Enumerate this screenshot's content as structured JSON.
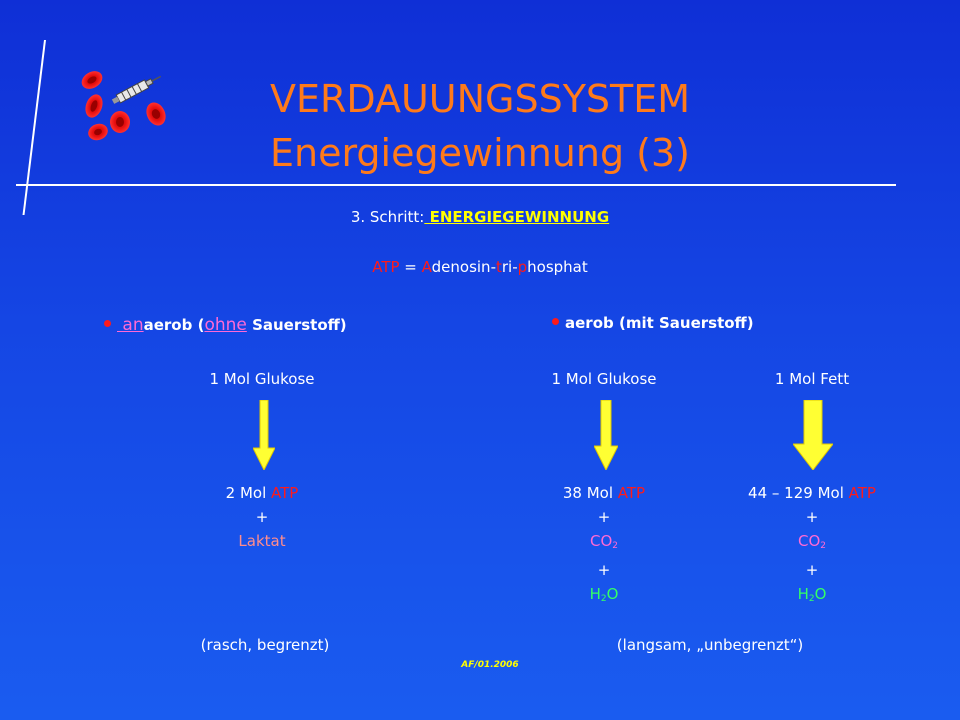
{
  "title": {
    "line1": "VERDAUUNGSSYSTEM",
    "line2": "Energiegewinnung (3)"
  },
  "step": {
    "prefix": "3. Schritt:",
    "label": " ENERGIEGEWINNUNG"
  },
  "atp_definition": {
    "atp": "ATP",
    "equals": " = ",
    "a": "A",
    "denosin": "denosin-",
    "t": "t",
    "ri": "ri-",
    "p": "p",
    "hosphat": "hosphat"
  },
  "anaerob": {
    "prefix": " an",
    "aerob": "aerob (",
    "ohne": "ohne",
    "rest": " Sauerstoff)",
    "input": "1 Mol Glukose",
    "output_amount": "2 Mol ",
    "output_atp": "ATP",
    "plus": "+",
    "byproduct": "Laktat",
    "note": "(rasch, begrenzt)"
  },
  "aerob": {
    "heading": "aerob (mit Sauerstoff)",
    "note": "(langsam, „unbegrenzt“)",
    "glucose": {
      "input": "1 Mol Glukose",
      "output_amount": "38 Mol ",
      "output_atp": "ATP",
      "plus1": "+",
      "co2_c": "CO",
      "co2_sub": "2",
      "plus2": "+",
      "h2o_h": "H",
      "h2o_sub": "2",
      "h2o_o": "O"
    },
    "fat": {
      "input": "1 Mol Fett",
      "output_amount": "44 – 129 Mol ",
      "output_atp": "ATP",
      "plus1": "+",
      "co2_c": "CO",
      "co2_sub": "2",
      "plus2": "+",
      "h2o_h": "H",
      "h2o_sub": "2",
      "h2o_o": "O"
    }
  },
  "footer": "AF/01.2006",
  "colors": {
    "title": "#ff7a1a",
    "highlight": "#ffff00",
    "atp_red": "#ff1a1a",
    "arrow": "#ffff33"
  }
}
